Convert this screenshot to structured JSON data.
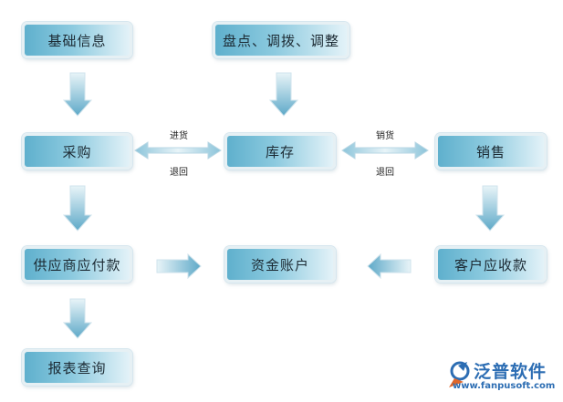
{
  "nodes": {
    "basic_info": "基础信息",
    "inventory_ops": "盘点、调拨、调整",
    "purchase": "采购",
    "stock": "库存",
    "sales": "销售",
    "supplier_payable": "供应商应付款",
    "fund_account": "资金账户",
    "customer_receivable": "客户应收款",
    "report_query": "报表查询"
  },
  "edge_labels": {
    "purchase_in": "进货",
    "purchase_return": "退回",
    "sales_out": "销货",
    "sales_return": "退回"
  },
  "logo": {
    "name": "泛普软件",
    "url": "www.fanpusoft.com"
  },
  "colors": {
    "node_dark": "#5fb0cd",
    "node_light": "#e3f2f8",
    "arrow_dark": "#5ea9c8",
    "arrow_light": "#e8f4f8",
    "logo_blue": "#2c6db3"
  }
}
